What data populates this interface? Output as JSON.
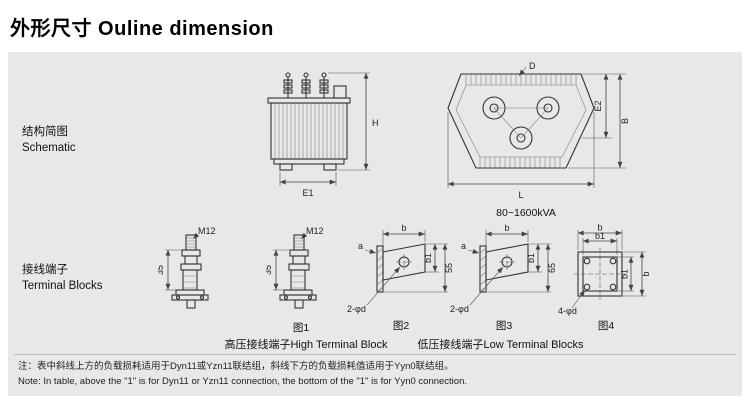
{
  "page": {
    "title": "外形尺寸 Ouline dimension"
  },
  "sections": {
    "schematic": {
      "cn": "结构简图",
      "en": "Schematic"
    },
    "terminal": {
      "cn": "接线端子",
      "en": "Terminal Blocks"
    }
  },
  "side_view": {
    "dim_h": "H",
    "dim_e1": "E1"
  },
  "top_view": {
    "dim_d": "D",
    "dim_e2": "E2",
    "dim_b": "B",
    "dim_l": "L",
    "caption": "80~1600kVA"
  },
  "terminals": {
    "bolt": {
      "thread": "M12",
      "height": "35"
    },
    "bracket55": {
      "a": "a",
      "b": "b",
      "b1": "b1",
      "h": "55",
      "holes": "2-φd",
      "caption": "图2"
    },
    "bracket65": {
      "a": "a",
      "b": "b",
      "b1": "b1",
      "h": "65",
      "holes": "2-φd",
      "caption": "图3"
    },
    "plate": {
      "b": "b",
      "b1": "b1",
      "holes": "4-φd",
      "caption": "图4"
    },
    "fig1_caption": "图1",
    "high_caption": "高压接线端子High Terminal Block",
    "low_caption": "低压接线端子Low Terminal Blocks"
  },
  "note": {
    "line1": "注：表中斜线上方的负载损耗适用于Dyn11或Yzn11联结组，斜线下方的负载损耗值适用于Yyn0联结组。",
    "line2": "Note: In table, above the \"1\" is for Dyn11 or Yzn11 connection, the bottom of the \"1\" is for Yyn0 connection."
  }
}
